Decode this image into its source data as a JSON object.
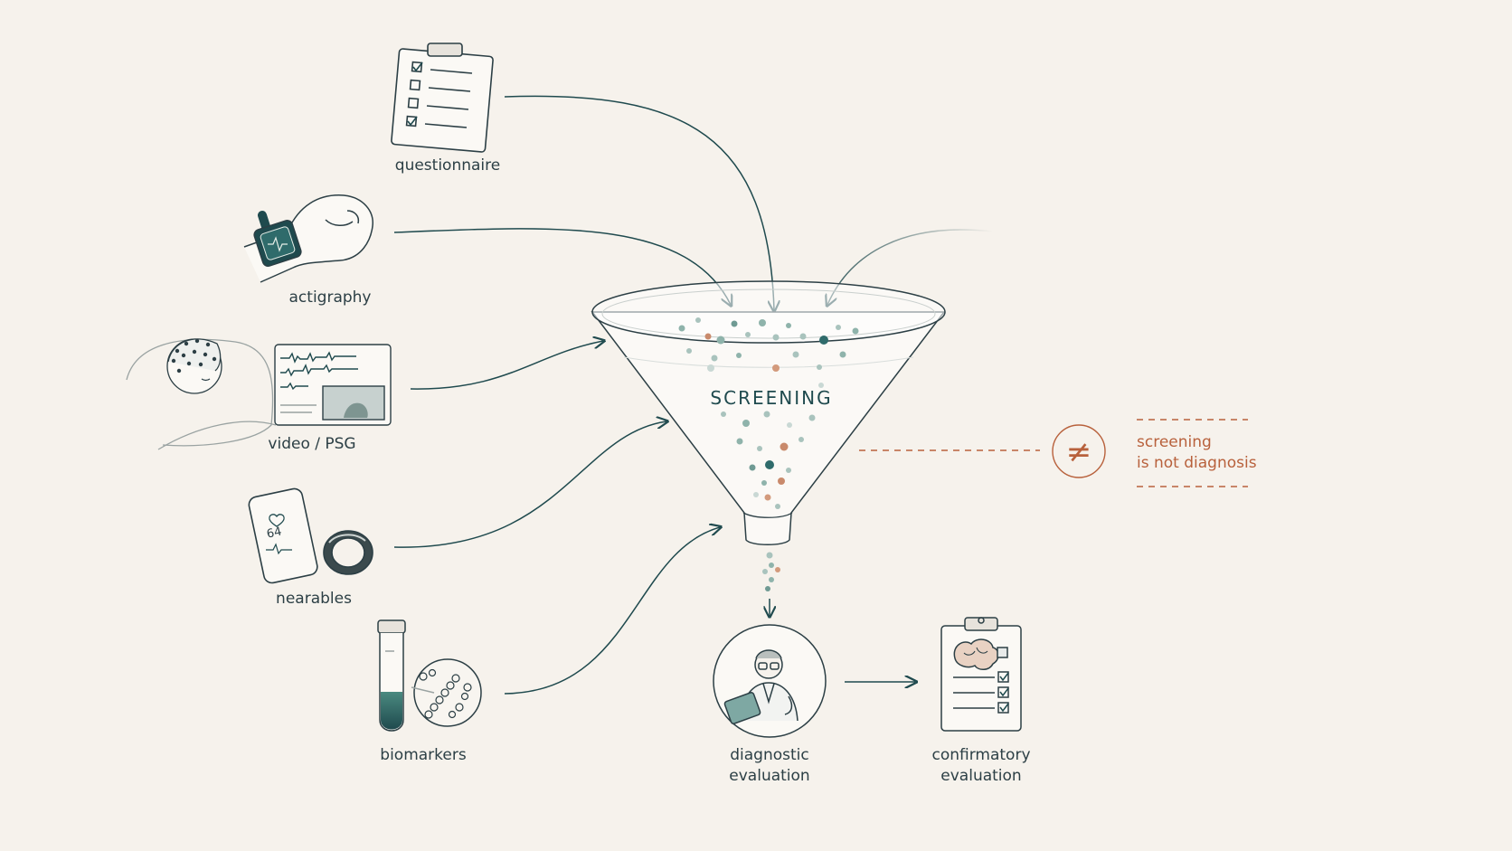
{
  "inputs": {
    "questionnaire": "questionnaire",
    "actigraphy": "actigraphy",
    "video_psg": "video / PSG",
    "nearables": "nearables",
    "biomarkers": "biomarkers"
  },
  "funnel": {
    "label": "SCREENING"
  },
  "nearables_reading": "64",
  "note": {
    "symbol": "≠",
    "line1": "screening",
    "line2": "is not diagnosis"
  },
  "outputs": {
    "diagnostic": {
      "line1": "diagnostic",
      "line2": "evaluation"
    },
    "confirmatory": {
      "line1": "confirmatory",
      "line2": "evaluation"
    }
  },
  "colors": {
    "background": "#f6f2ec",
    "ink": "#2c3f45",
    "teal": "#1f4a4e",
    "accent": "#b8613c"
  }
}
